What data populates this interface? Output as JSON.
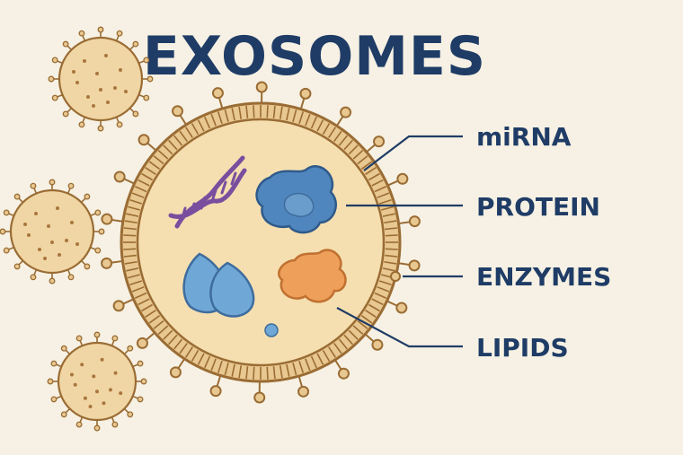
{
  "title": "EXOSOMES",
  "labels": {
    "mirna": "miRNA",
    "protein": "PROTEIN",
    "enzymes": "ENZYMES",
    "lipids": "LIPIDS"
  },
  "colors": {
    "background": "#f6f1e4",
    "text": "#1f3c66",
    "membrane": "#e8c890",
    "membrane_stroke": "#9a6c34",
    "lumen": "#f5dfb0",
    "vesicle_fill": "#f0d6a4",
    "dna": "#7a4e9e",
    "protein": "#4f86bd",
    "enzyme": "#ee9f5a",
    "lipid": "#6fa8d6"
  },
  "icons": {
    "dna": "dna-helix-icon",
    "protein": "protein-blob-icon",
    "enzyme": "enzyme-blob-icon",
    "lipid": "lipid-droplet-icon"
  }
}
